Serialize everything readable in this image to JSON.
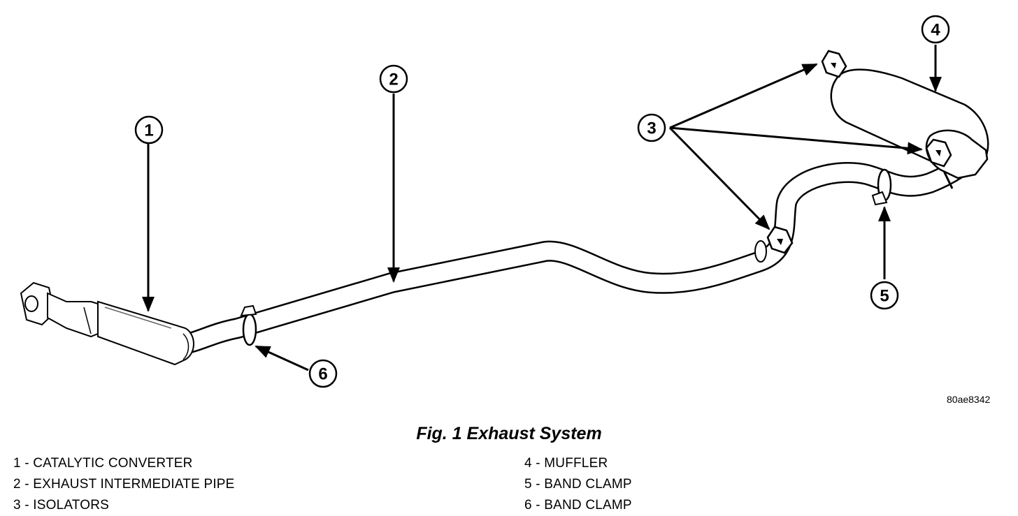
{
  "figure_id": "80ae8342",
  "caption": "Fig. 1 Exhaust System",
  "callouts": [
    "1",
    "2",
    "3",
    "4",
    "5",
    "6"
  ],
  "legend_left": [
    "1 - CATALYTIC CONVERTER",
    "2 - EXHAUST INTERMEDIATE PIPE",
    "3 - ISOLATORS"
  ],
  "legend_right": [
    "4 - MUFFLER",
    "5 - BAND CLAMP",
    "6 - BAND CLAMP"
  ]
}
